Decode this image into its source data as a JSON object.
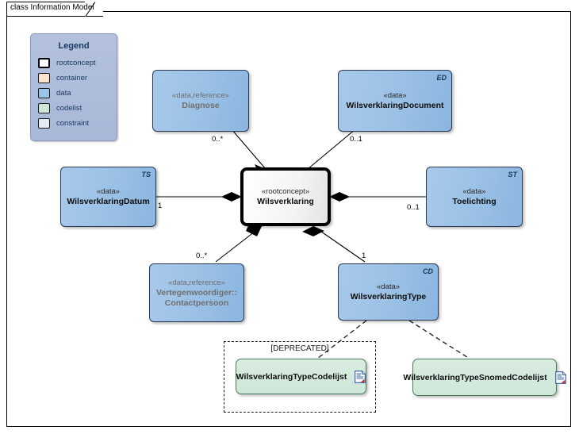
{
  "diagram": {
    "frame_title": "class Information Model",
    "type": "uml-class-diagram"
  },
  "legend": {
    "title": "Legend",
    "items": [
      {
        "label": "rootconcept",
        "color": "#ffffff",
        "border": "#000000"
      },
      {
        "label": "container",
        "color": "#fbe3cf",
        "border": "#1a1a1a"
      },
      {
        "label": "data",
        "color": "#9cc3e8",
        "border": "#1a1a1a"
      },
      {
        "label": "codelist",
        "color": "#cfe7d8",
        "border": "#1a1a1a"
      },
      {
        "label": "constraint",
        "color": "#e6eaf7",
        "border": "#1a1a1a"
      }
    ]
  },
  "nodes": {
    "diagnose": {
      "stereotype": "«data,reference»",
      "name": "Diagnose",
      "name2": "",
      "tag": "",
      "kind": "data",
      "dim": true
    },
    "document": {
      "stereotype": "«data»",
      "name": "WilsverklaringDocument",
      "tag": "ED",
      "kind": "data",
      "dim": false
    },
    "datum": {
      "stereotype": "«data»",
      "name": "WilsverklaringDatum",
      "tag": "TS",
      "kind": "data",
      "dim": false
    },
    "root": {
      "stereotype": "«rootconcept»",
      "name": "Wilsverklaring",
      "tag": "",
      "kind": "rootconcept",
      "dim": false
    },
    "toelichting": {
      "stereotype": "«data»",
      "name": "Toelichting",
      "tag": "ST",
      "kind": "data",
      "dim": false
    },
    "contactpersoon": {
      "stereotype": "«data,reference»",
      "name": "Vertegenwoordiger::",
      "name2": "Contactpersoon",
      "tag": "",
      "kind": "data",
      "dim": true
    },
    "type": {
      "stereotype": "«data»",
      "name": "WilsverklaringType",
      "tag": "CD",
      "kind": "data",
      "dim": false
    },
    "codelijst": {
      "name": "WilsverklaringTypeCodelijst",
      "kind": "codelist",
      "icon": "document-icon"
    },
    "snomed_codelijst": {
      "name": "WilsverklaringTypeSnomedCodelijst",
      "kind": "codelist",
      "icon": "document-icon"
    }
  },
  "groups": {
    "deprecated": {
      "label": "[DEPRECATED]"
    }
  },
  "edges": {
    "diagnose_mult": "0..*",
    "document_mult": "0..1",
    "datum_mult": "1",
    "toelichting_mult": "0..1",
    "contactpersoon_mult": "0..*",
    "type_mult": "1"
  }
}
